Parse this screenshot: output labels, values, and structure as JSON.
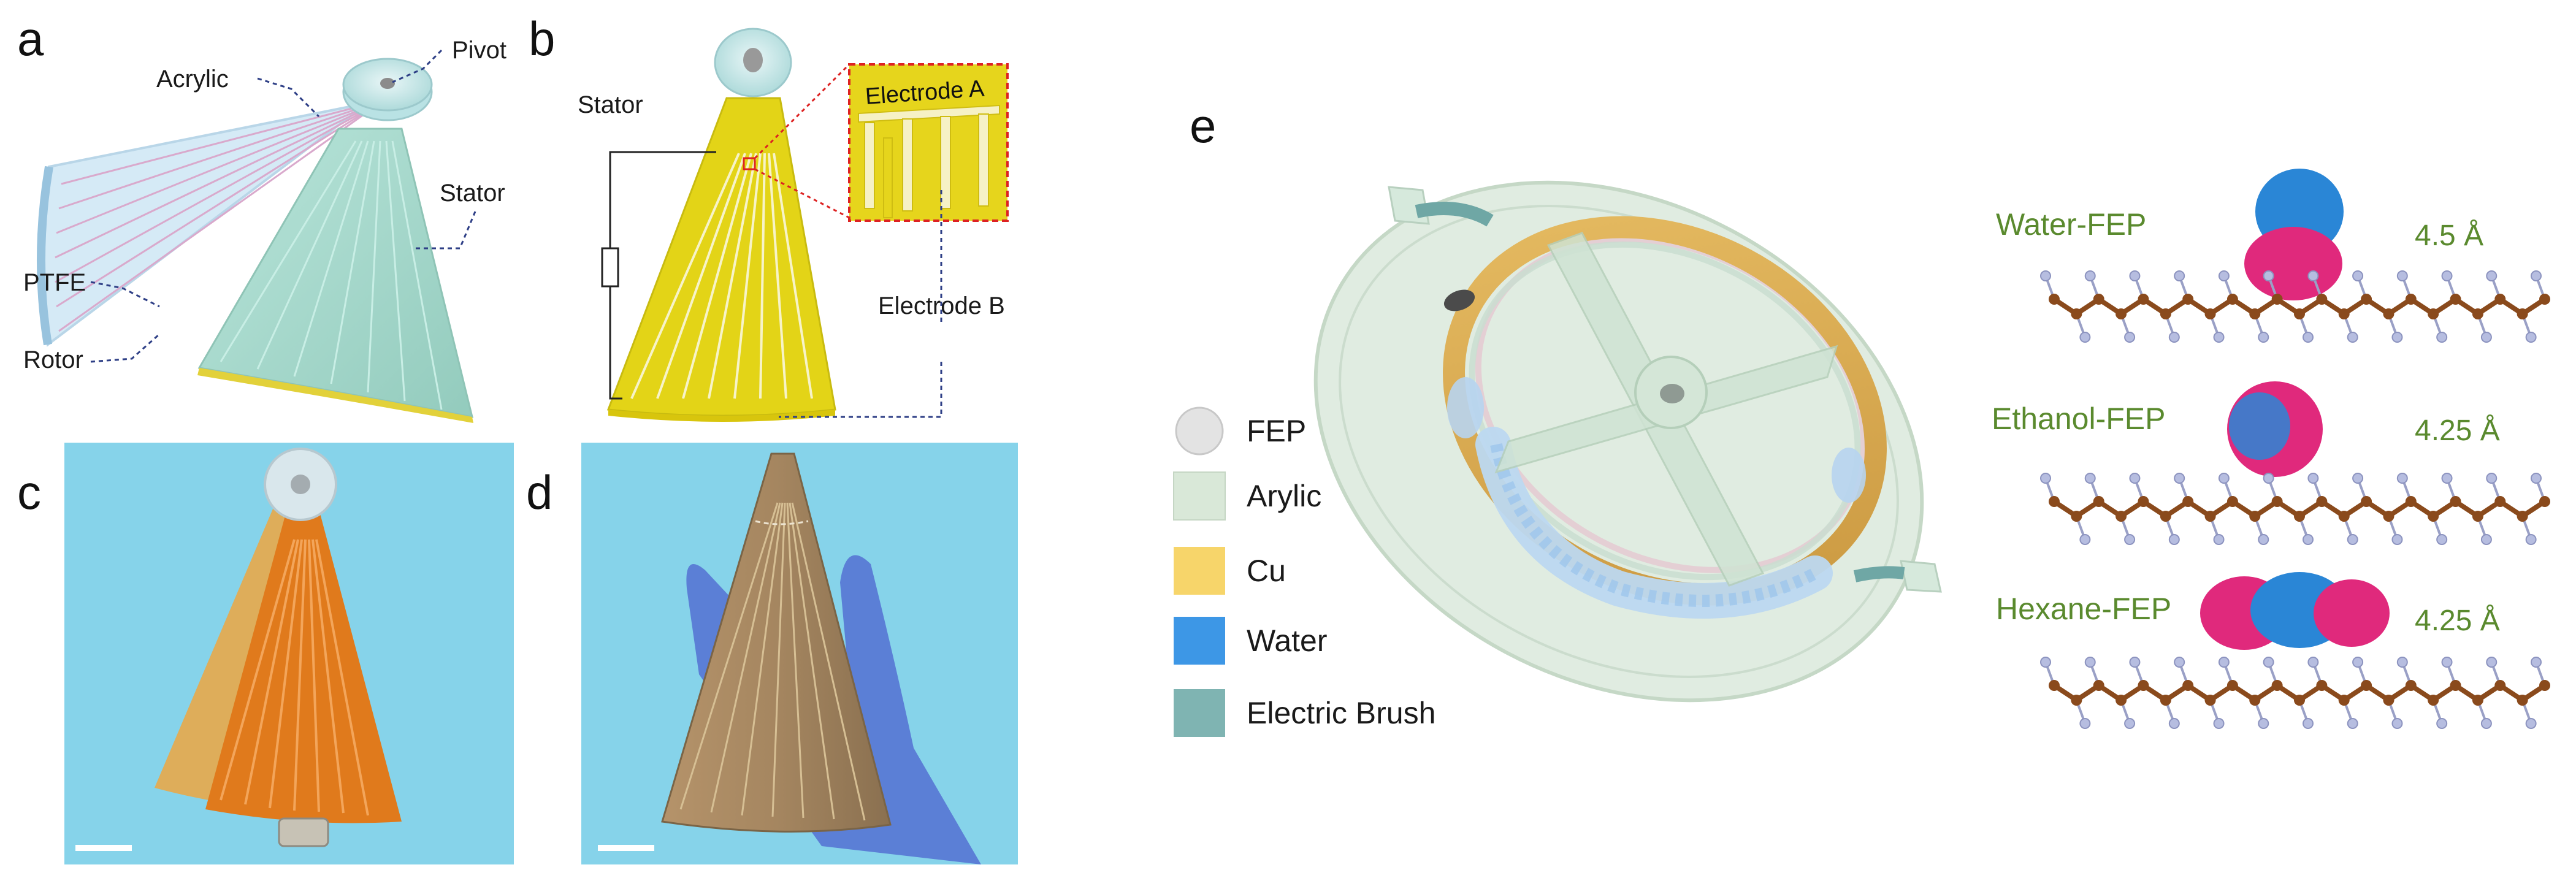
{
  "panels": {
    "a": {
      "letter": "a",
      "labels": {
        "acrylic": "Acrylic",
        "pivot": "Pivot",
        "stator": "Stator",
        "ptfe": "PTFE",
        "rotor": "Rotor"
      }
    },
    "b": {
      "letter": "b",
      "labels": {
        "stator": "Stator",
        "electrode_a": "Electrode A",
        "electrode_b": "Electrode B"
      }
    },
    "c": {
      "letter": "c"
    },
    "d": {
      "letter": "d"
    },
    "e": {
      "letter": "e",
      "legend": [
        {
          "label": "FEP",
          "color": "#e3e3e3",
          "shape": "circle"
        },
        {
          "label": "Arylic",
          "color": "#d9e8d8",
          "shape": "square"
        },
        {
          "label": "Cu",
          "color": "#f7d56a",
          "shape": "square"
        },
        {
          "label": "Water",
          "color": "#3d97e6",
          "shape": "square"
        },
        {
          "label": "Electric Brush",
          "color": "#7fb4b2",
          "shape": "square"
        }
      ],
      "molecules": [
        {
          "name": "Water-FEP",
          "distance": "4.5 Å"
        },
        {
          "name": "Ethanol-FEP",
          "distance": "4.25 Å"
        },
        {
          "name": "Hexane-FEP",
          "distance": "4.25 Å"
        }
      ]
    }
  },
  "colors": {
    "photo_background": "#86d3ea",
    "stator_fill": "#a9dccd",
    "electrode_yellow": "#e3d417",
    "kapton_orange": "#e07a1c",
    "glove_blue": "#5b7fd6",
    "isosurface_pink": "#e0297c",
    "isosurface_blue": "#2a86d6",
    "carbon_brown": "#8a4a1c",
    "hydrogen_lilac": "#b6bde0"
  }
}
